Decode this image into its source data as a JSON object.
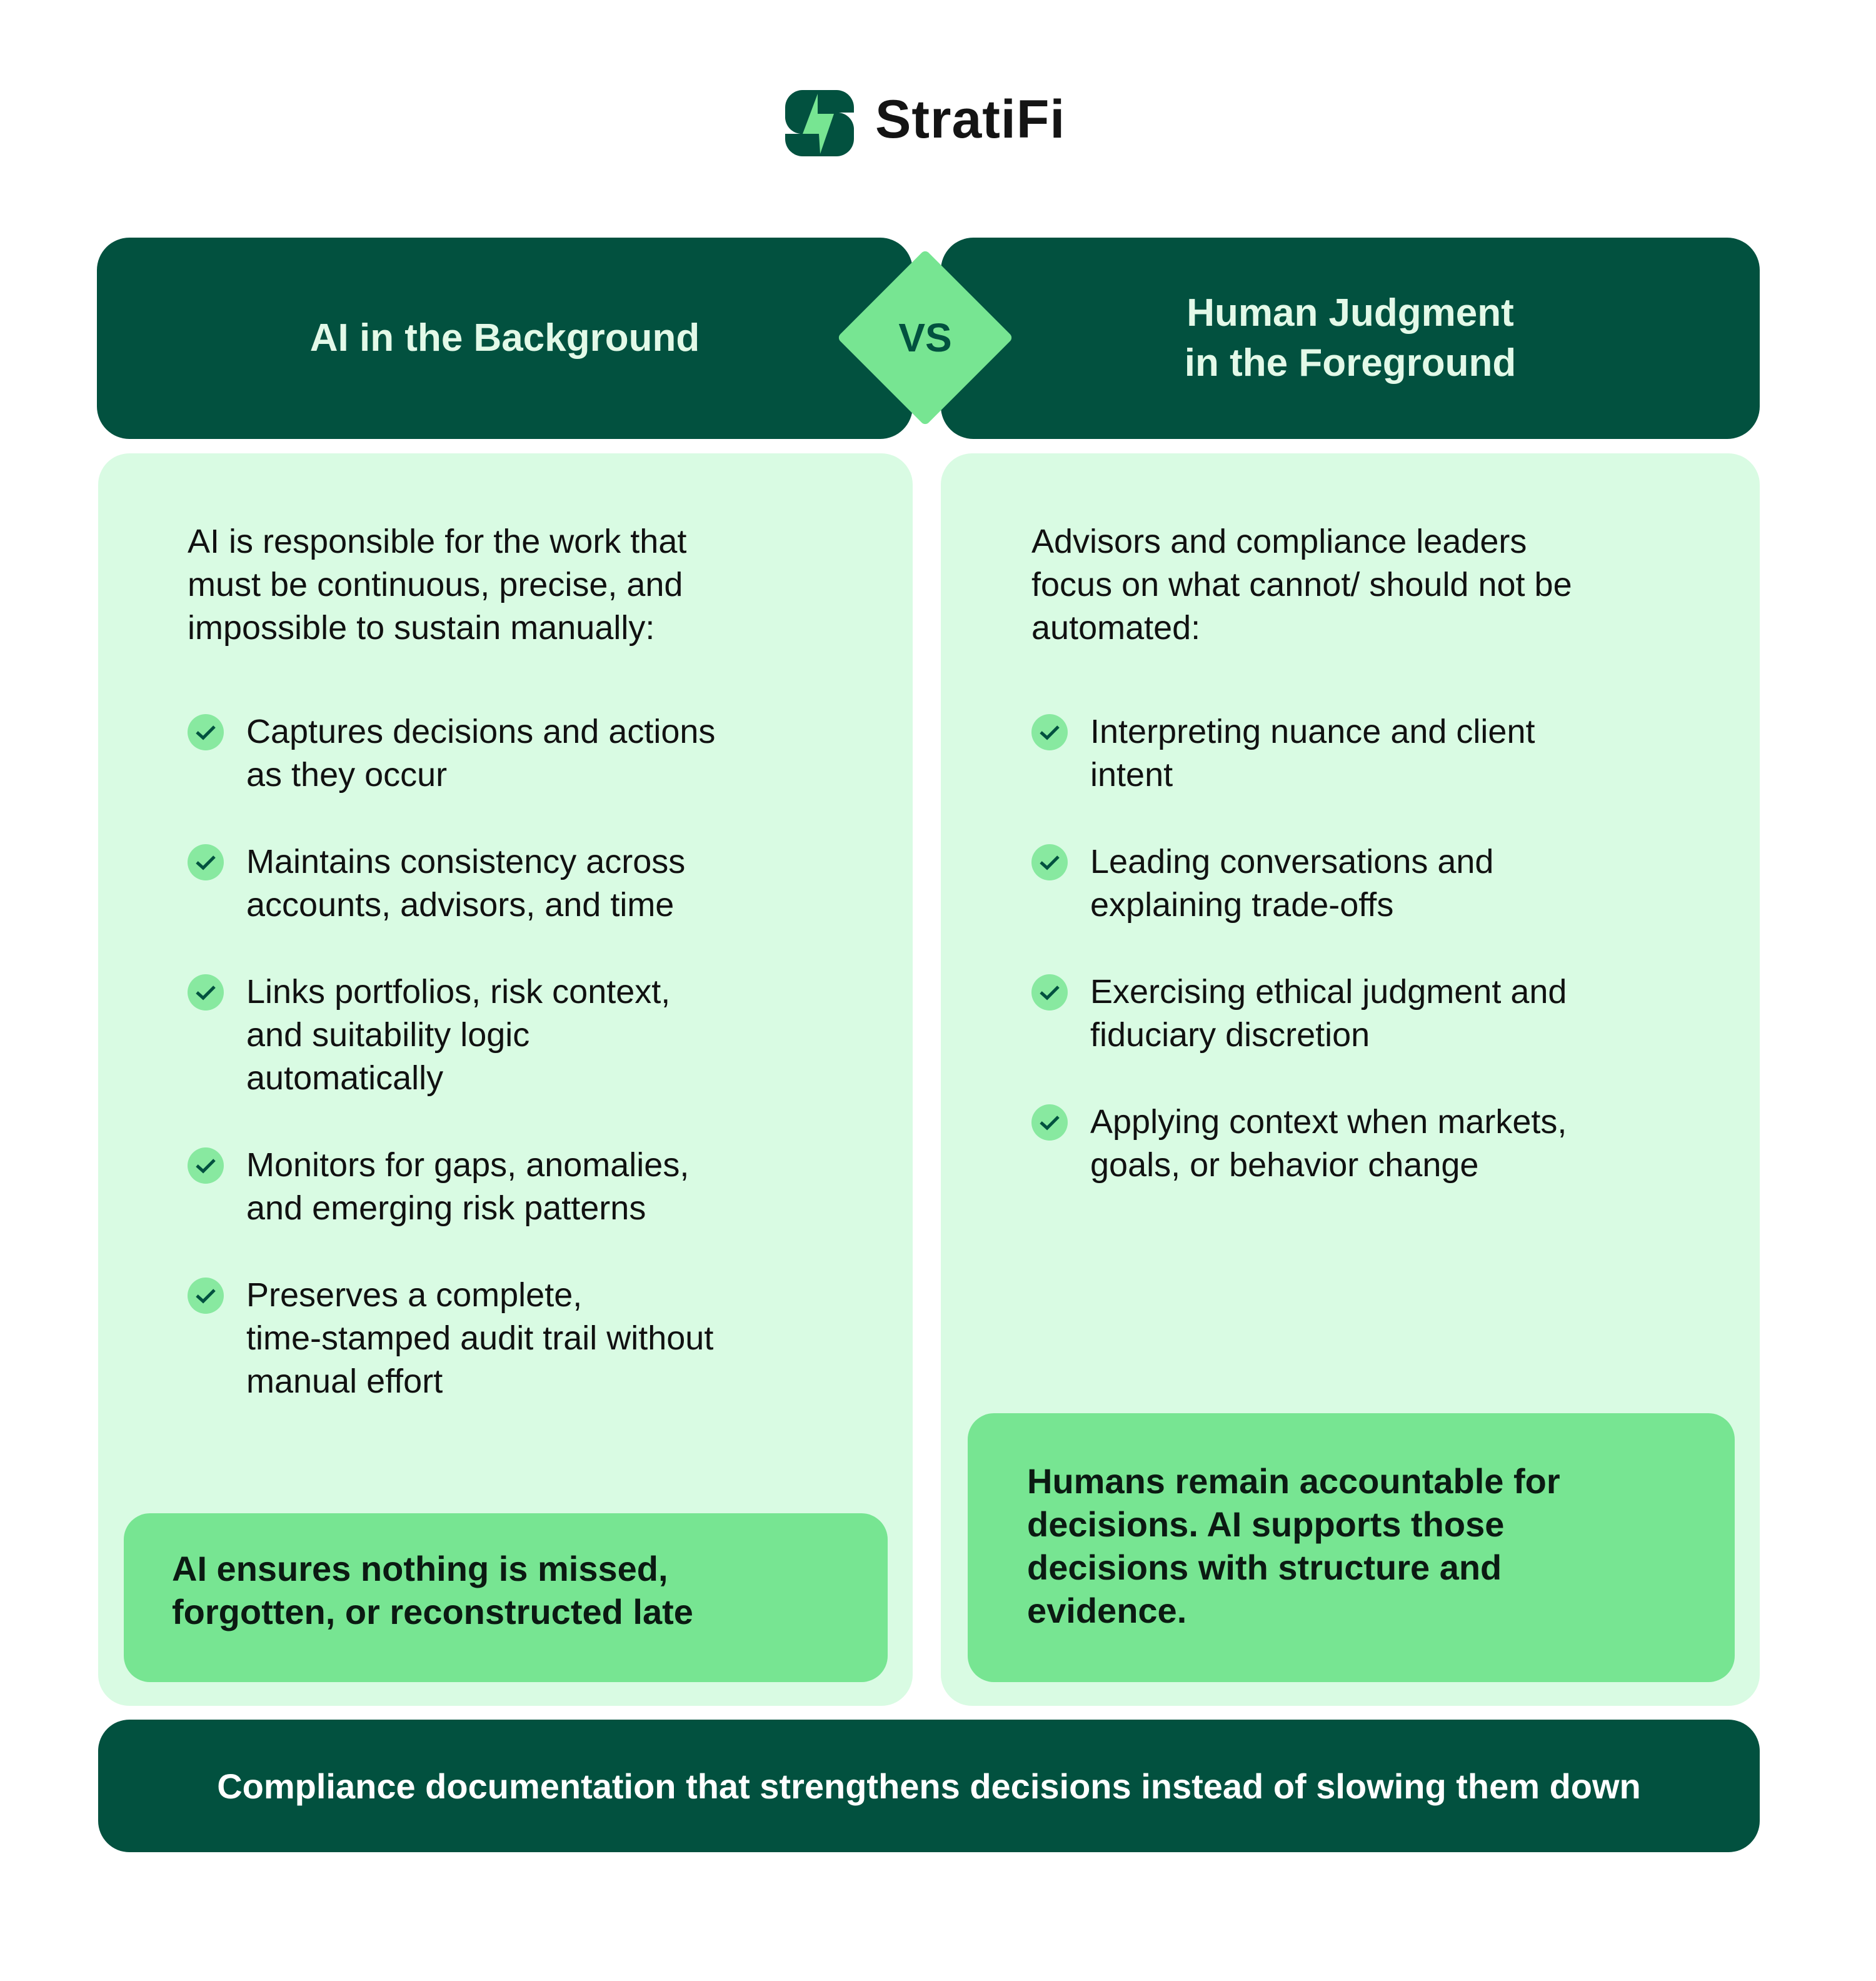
{
  "brand": {
    "name": "StratiFi",
    "icon": "lightning-s-logo",
    "colors": {
      "dark": "#02513F",
      "accent": "#77E592",
      "panel": "#D9FBE3"
    }
  },
  "vs_label": "VS",
  "left": {
    "title": "AI in the Background",
    "intro": [
      "AI is responsible for the work that",
      "must be continuous, precise, and",
      "impossible to sustain manually:"
    ],
    "items": [
      {
        "lines": [
          "Captures decisions and actions",
          "as they occur"
        ]
      },
      {
        "lines": [
          "Maintains consistency across",
          "accounts, advisors, and time"
        ]
      },
      {
        "lines": [
          "Links portfolios, risk context,",
          "and suitability logic",
          "automatically"
        ]
      },
      {
        "lines": [
          "Monitors for gaps, anomalies,",
          "and emerging risk patterns"
        ]
      },
      {
        "lines": [
          "Preserves a complete,",
          "time-stamped audit trail without",
          "manual effort"
        ]
      }
    ],
    "callout": [
      "AI ensures nothing is missed,",
      "forgotten, or reconstructed late"
    ]
  },
  "right": {
    "title": [
      "Human Judgment",
      "in the Foreground"
    ],
    "intro": [
      "Advisors and compliance leaders",
      "focus on what cannot/ should not be",
      "automated:"
    ],
    "items": [
      {
        "lines": [
          "Interpreting nuance and client",
          "intent"
        ]
      },
      {
        "lines": [
          "Leading conversations and",
          "explaining trade-offs"
        ]
      },
      {
        "lines": [
          "Exercising ethical judgment and",
          "fiduciary discretion"
        ]
      },
      {
        "lines": [
          "Applying context when markets,",
          "goals, or behavior change"
        ]
      }
    ],
    "callout": [
      "Humans remain accountable for",
      "decisions. AI supports those",
      "decisions with structure and",
      "evidence."
    ]
  },
  "footer": "Compliance documentation that strengthens decisions instead of slowing them down"
}
